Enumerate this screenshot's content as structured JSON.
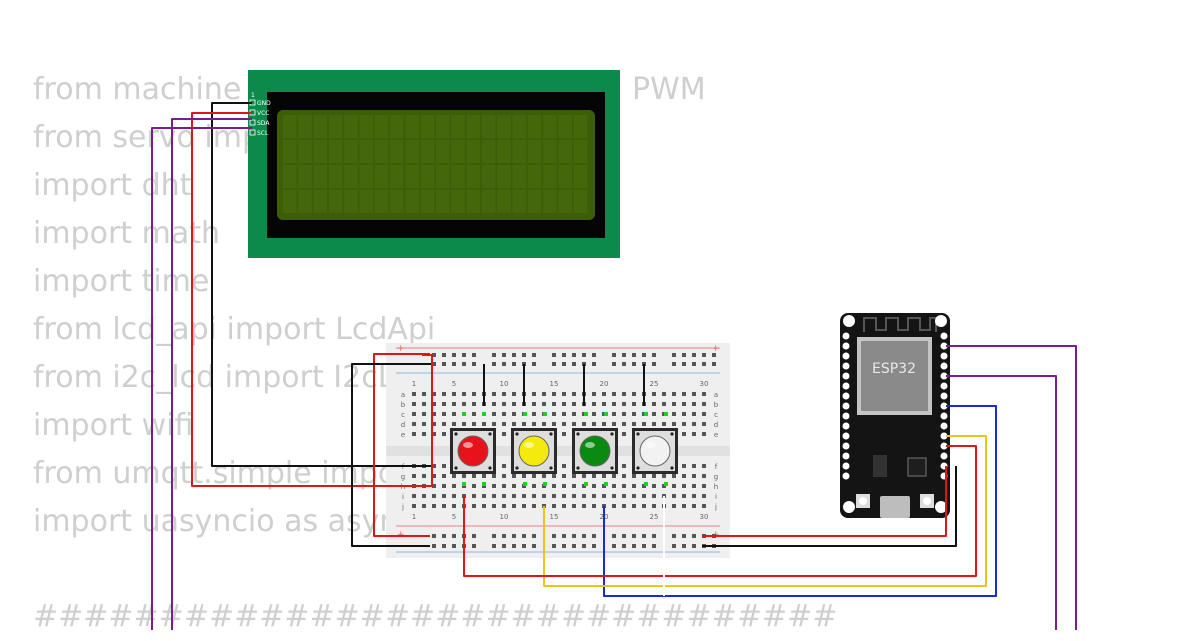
{
  "code_lines": [
    "from machine",
    "from servo imp",
    "import dht",
    "import math",
    "import time",
    "from lcd_api import LcdApi",
    "from i2c_lcd import I2cL",
    "import wifi",
    "from umqtt.simple import",
    "import uasyncio as asyn"
  ],
  "code_tail": "PWM",
  "hash_line": "################################",
  "lcd": {
    "pin_number": "1",
    "pins": [
      "GND",
      "VCC",
      "SDA",
      "SCL"
    ]
  },
  "breadboard": {
    "column_numbers": [
      "1",
      "5",
      "10",
      "15",
      "20",
      "25",
      "30"
    ],
    "rows_top": [
      "a",
      "b",
      "c",
      "d",
      "e"
    ],
    "rows_bottom": [
      "f",
      "g",
      "h",
      "i",
      "j"
    ]
  },
  "buttons": [
    {
      "name": "red",
      "color": "#e8121b"
    },
    {
      "name": "yellow",
      "color": "#f4ea0c"
    },
    {
      "name": "green",
      "color": "#0b8a12"
    },
    {
      "name": "white",
      "color": "#f2f2f2"
    }
  ],
  "esp32": {
    "label": "ESP32"
  },
  "colors": {
    "lcd_board": "#0b8a4c",
    "lcd_screen": "#3d5e08",
    "wire_red": "#e01515",
    "wire_black": "#111111",
    "wire_purple": "#7a1b8f",
    "wire_blue": "#1a2bd6",
    "wire_yellow": "#f0c21a"
  }
}
